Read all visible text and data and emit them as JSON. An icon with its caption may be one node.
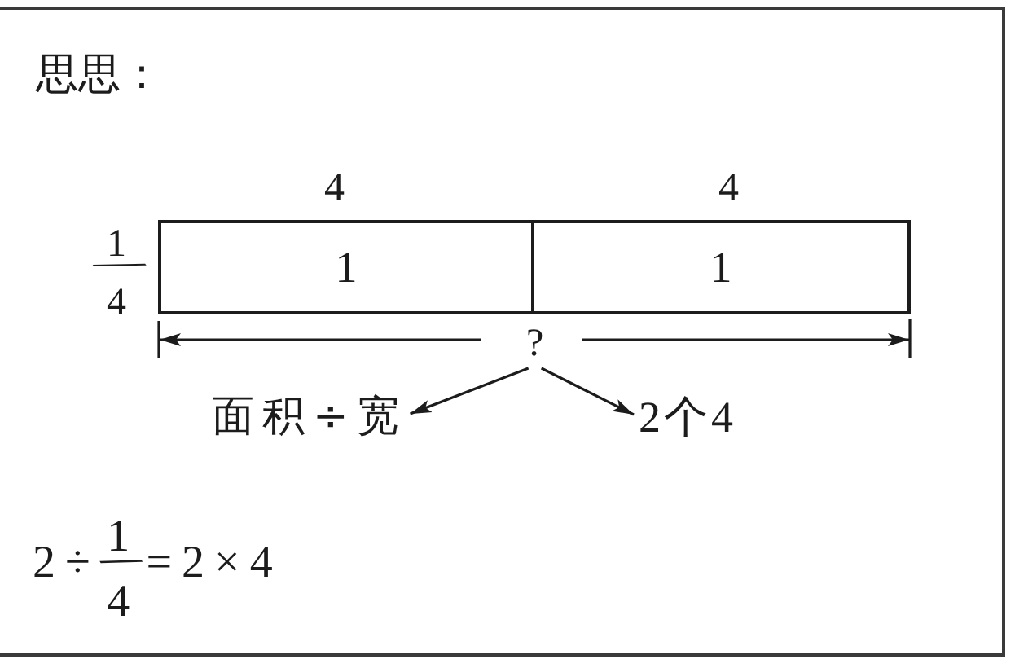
{
  "diagram": {
    "title": "思思：",
    "nodes": [
      {
        "text": [
          "1"
        ]
      },
      {
        "text": [
          "1"
        ]
      },
      {
        "text": [
          "?"
        ]
      },
      {
        "text": [
          "面积÷宽"
        ]
      },
      {
        "text": [
          "2个4"
        ]
      }
    ],
    "edges": [
      {
        "from": 2,
        "to": 3,
        "arrow": "to"
      },
      {
        "from": 2,
        "to": 4,
        "arrow": "to"
      }
    ],
    "labels": [
      "4",
      "4",
      "1/4",
      "2÷1/4=2×4"
    ]
  }
}
